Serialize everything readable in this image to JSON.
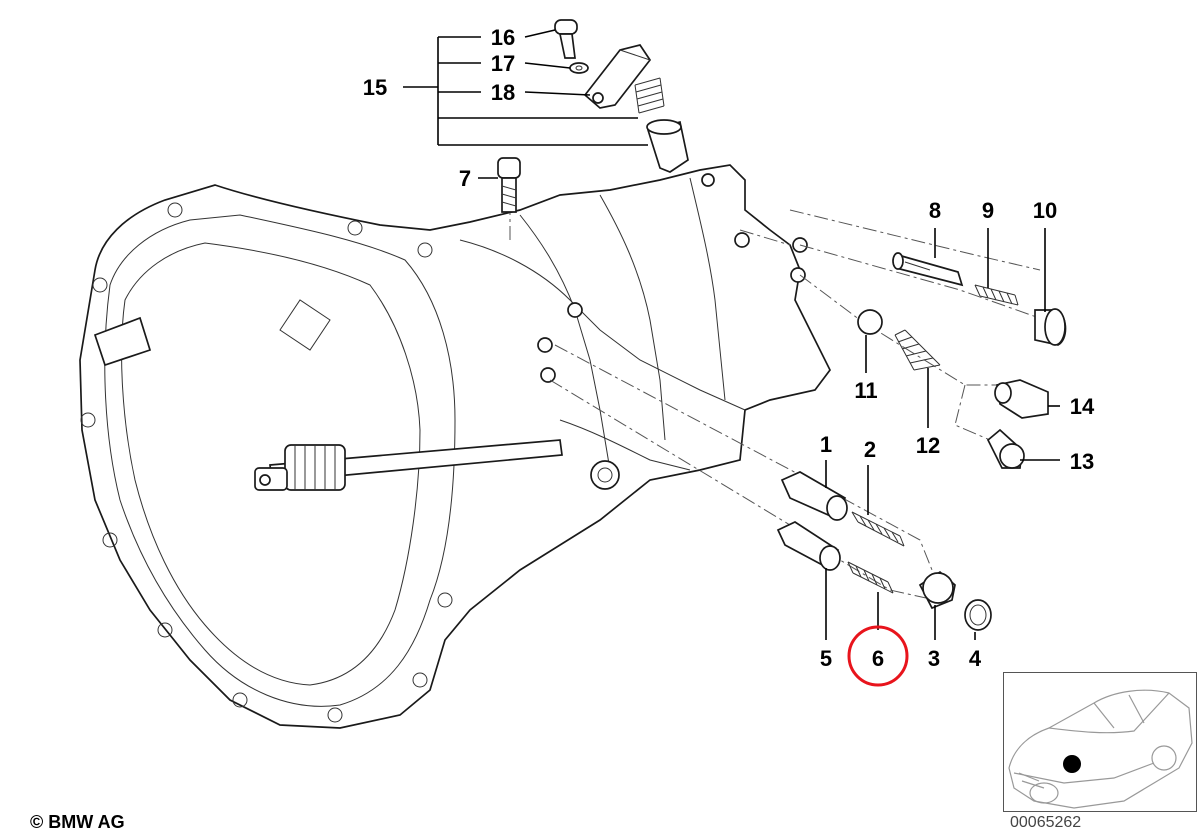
{
  "diagram": {
    "parts": [
      "1",
      "2",
      "3",
      "4",
      "5",
      "6",
      "7",
      "8",
      "9",
      "10",
      "11",
      "12",
      "13",
      "14",
      "15",
      "16",
      "17",
      "18"
    ],
    "highlighted_part": "6",
    "highlight_color": "#e8141c"
  },
  "footer": {
    "copyright": "© BMW AG",
    "reference_number": "00065262"
  },
  "thumbnail": {
    "locator_dot_color": "#000000"
  }
}
